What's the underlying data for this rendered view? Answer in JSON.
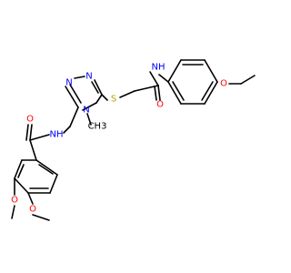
{
  "molecule": {
    "atoms": {
      "n_amide2": "NH",
      "o_amide2": "O",
      "o_ether_right": "O",
      "s_thioether": "S",
      "n_triazole_1": "N",
      "n_triazole_2": "N",
      "n_triazole_4": "N",
      "methyl_n": "CH3",
      "n_amide1": "NH",
      "o_amide1": "O",
      "o_methoxy_1": "O",
      "o_methoxy_2": "O"
    },
    "colors": {
      "nitrogen": "#0000ff",
      "oxygen": "#ff0000",
      "sulfur": "#b8a000",
      "carbon_label": "#000000",
      "bond": "#000000"
    }
  }
}
